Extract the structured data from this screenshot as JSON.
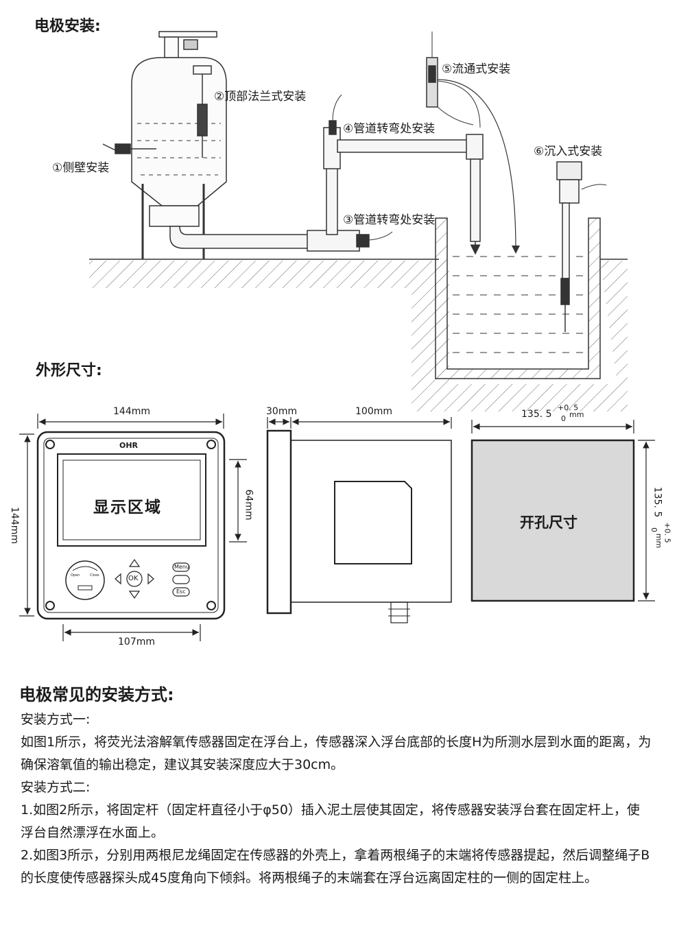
{
  "sections": {
    "install_title": "电极安装:",
    "dimensions_title": "外形尺寸:",
    "methods_title": "电极常见的安装方式:"
  },
  "install_labels": [
    "①侧壁安装",
    "②顶部法兰式安装",
    "③管道转弯处安装",
    "④管道转弯处安装",
    "⑤流通式安装",
    "⑥沉入式安装"
  ],
  "front_view": {
    "brand": "OHR",
    "display_text": "显示区域",
    "width_label": "144mm",
    "height_label": "144mm",
    "display_height_label": "64mm",
    "bottom_width_label": "107mm",
    "keys": {
      "ok": "OK",
      "menu": "Menu",
      "esc": "Esc",
      "open": "Open",
      "close": "Close"
    }
  },
  "side_view": {
    "depth_label": "30mm",
    "length_label": "100mm"
  },
  "cutout": {
    "text": "开孔尺寸",
    "width_base": "135. 5",
    "tol_upper": "+0. 5",
    "tol_lower": "0",
    "unit": "mm",
    "height_base": "135. 5",
    "height_tol_upper": "+0. 5",
    "height_tol_lower": "0"
  },
  "methods": {
    "method1_title": "安装方式一:",
    "method1_text": "如图1所示，将荧光法溶解氧传感器固定在浮台上，传感器深入浮台底部的长度H为所测水层到水面的距离，为确保溶氧值的输出稳定，建议其安装深度应大于30cm。",
    "method2_title": "安装方式二:",
    "method2_p1": "1.如图2所示，将固定杆（固定杆直径小于φ50）插入泥土层使其固定，将传感器安装浮台套在固定杆上，使浮台自然漂浮在水面上。",
    "method2_p2": "2.如图3所示，分别用两根尼龙绳固定在传感器的外壳上，拿着两根绳子的末端将传感器提起，然后调整绳子B的长度使传感器探头成45度角向下倾斜。将两根绳子的末端套在浮台远离固定柱的一侧的固定柱上。"
  }
}
